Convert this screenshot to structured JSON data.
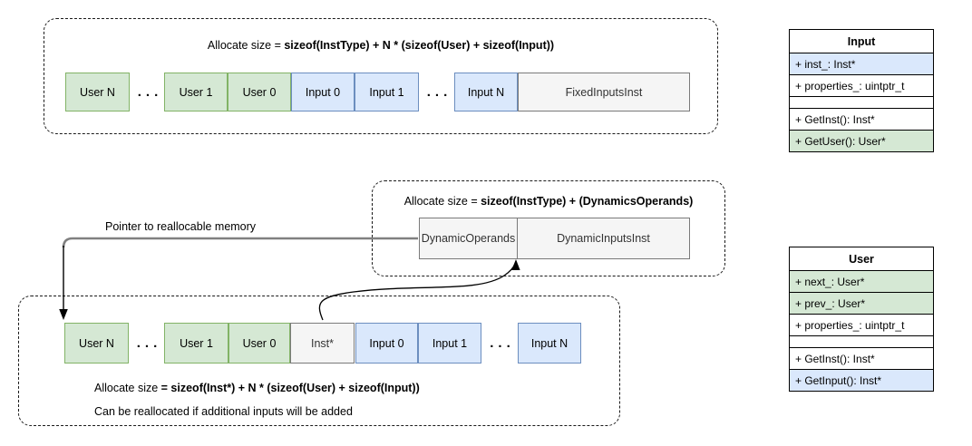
{
  "pointer_label": "Pointer to reallocable memory",
  "fixed_layout": {
    "title_prefix": "Allocate size = ",
    "title_main": "sizeof(InstType) + N * (sizeof(User) + sizeof(Input))",
    "cells": [
      {
        "label": "User N",
        "kind": "user"
      },
      {
        "label": "...",
        "kind": "dots"
      },
      {
        "label": "User 1",
        "kind": "user"
      },
      {
        "label": "User 0",
        "kind": "user"
      },
      {
        "label": "Input 0",
        "kind": "input"
      },
      {
        "label": "Input 1",
        "kind": "input"
      },
      {
        "label": "...",
        "kind": "dots"
      },
      {
        "label": "Input N",
        "kind": "input"
      },
      {
        "label": "FixedInputsInst",
        "kind": "gray"
      }
    ]
  },
  "dynamic_layout": {
    "title_prefix": "Allocate size = ",
    "title_main": "sizeof(InstType) + (DynamicsOperands)",
    "cells": [
      {
        "label": "DynamicOperands",
        "kind": "gray"
      },
      {
        "label": "DynamicInputsInst",
        "kind": "gray"
      }
    ]
  },
  "realloc_layout": {
    "title_prefix": "Allocate size ",
    "title_main": "= sizeof(Inst*) + N * (sizeof(User) + sizeof(Input))",
    "note": "Can be reallocated if additional inputs will be added",
    "cells": [
      {
        "label": "User N",
        "kind": "user"
      },
      {
        "label": "...",
        "kind": "dots"
      },
      {
        "label": "User 1",
        "kind": "user"
      },
      {
        "label": "User 0",
        "kind": "user"
      },
      {
        "label": "Inst*",
        "kind": "gray"
      },
      {
        "label": "Input 0",
        "kind": "input"
      },
      {
        "label": "Input 1",
        "kind": "input"
      },
      {
        "label": "...",
        "kind": "dots"
      },
      {
        "label": "Input N",
        "kind": "input"
      }
    ]
  },
  "input_class": {
    "title": "Input",
    "attributes": [
      {
        "label": "+ inst_: Inst*",
        "color": "blue"
      },
      {
        "label": "+ properties_: uintptr_t",
        "color": "white"
      }
    ],
    "methods": [
      {
        "label": "+ GetInst(): Inst*",
        "color": "white"
      },
      {
        "label": "+ GetUser(): User*",
        "color": "green"
      }
    ]
  },
  "user_class": {
    "title": "User",
    "attributes": [
      {
        "label": "+ next_: User*",
        "color": "green"
      },
      {
        "label": "+ prev_: User*",
        "color": "green"
      },
      {
        "label": "+ properties_: uintptr_t",
        "color": "white"
      }
    ],
    "methods": [
      {
        "label": "+ GetInst(): Inst*",
        "color": "white"
      },
      {
        "label": "+ GetInput(): Inst*",
        "color": "blue"
      }
    ]
  },
  "colors": {
    "user_fill": "#d5e8d4",
    "user_border": "#82b366",
    "input_fill": "#dae8fc",
    "input_border": "#6c8ebf",
    "gray_fill": "#f5f5f5",
    "gray_border": "#7a7a7a"
  }
}
